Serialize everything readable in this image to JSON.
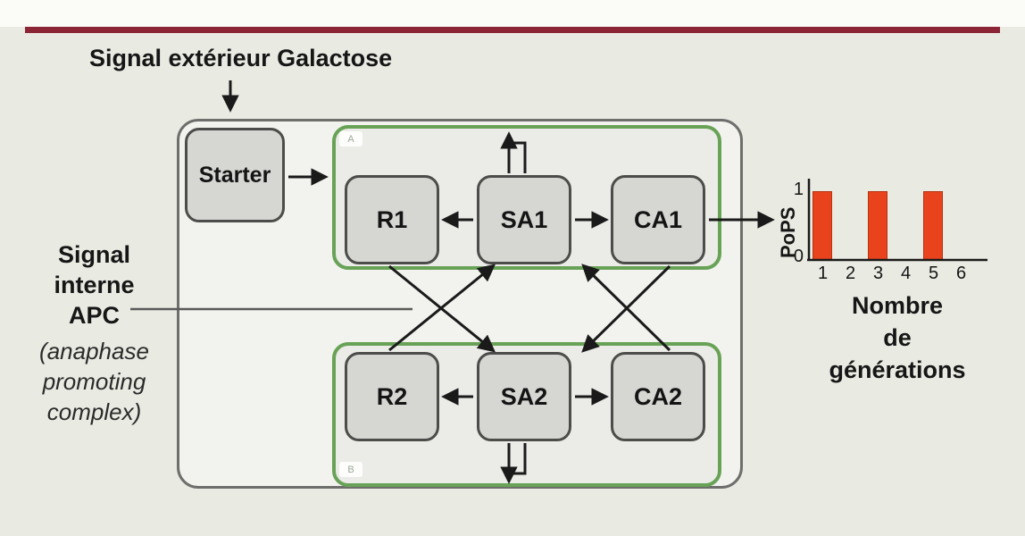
{
  "title_labels": {
    "external_signal": "Signal extérieur Galactose"
  },
  "internal_signal": {
    "bold_lines": [
      "Signal",
      "interne",
      "APC"
    ],
    "italic_lines": [
      "(anaphase",
      "promoting",
      "complex)"
    ]
  },
  "diagram": {
    "starter": "Starter",
    "modules": [
      {
        "badge": "A",
        "nodes": [
          "R1",
          "SA1",
          "CA1"
        ]
      },
      {
        "badge": "B",
        "nodes": [
          "R2",
          "SA2",
          "CA2"
        ]
      }
    ]
  },
  "chart_data": {
    "type": "bar",
    "x": [
      1,
      2,
      3,
      4,
      5,
      6
    ],
    "values": [
      1,
      0,
      1,
      0,
      1,
      0
    ],
    "title": "",
    "ylabel": "PoPS",
    "xlabel": "Nombre de générations",
    "xlabel_lines": [
      "Nombre",
      "de",
      "générations"
    ],
    "yticks": [
      0,
      1
    ],
    "ylim": [
      0,
      1
    ],
    "grid": false,
    "legend": "none",
    "bar_color": "#e8431c"
  },
  "colors": {
    "top_rule": "#8c2637",
    "panel_background": "#e9ebe3",
    "module_border": "#68a257",
    "node_fill": "#d6d6d3",
    "bar_fill": "#e8431c"
  }
}
